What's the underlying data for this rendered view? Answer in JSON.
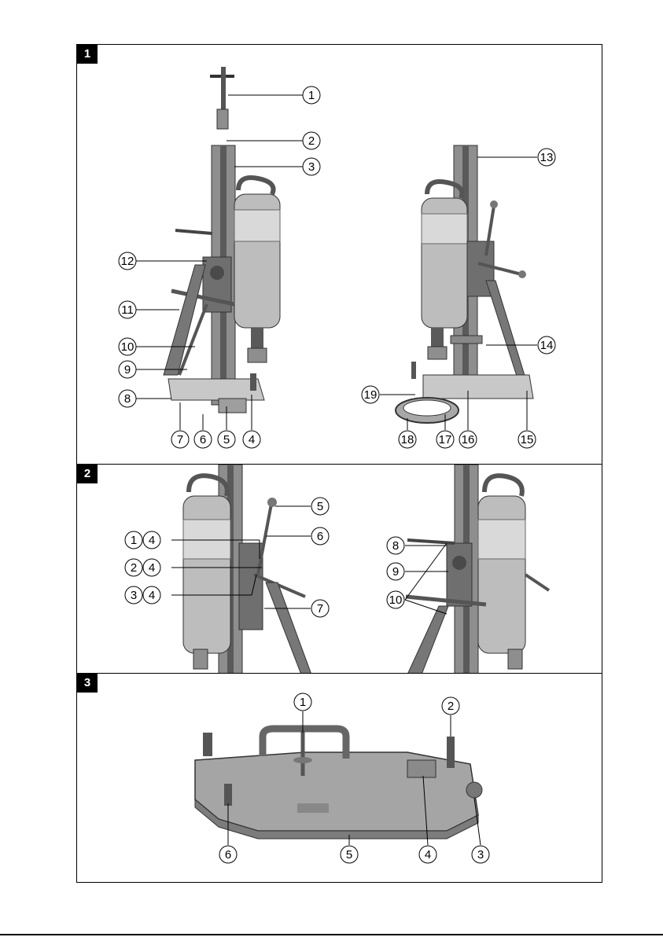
{
  "figures": [
    {
      "tag": "1",
      "callouts": [
        "1",
        "2",
        "3",
        "13",
        "12",
        "11",
        "10",
        "9",
        "8",
        "14",
        "19",
        "7",
        "6",
        "5",
        "4",
        "18",
        "17",
        "16",
        "15"
      ]
    },
    {
      "tag": "2",
      "callouts": [
        "5",
        "1",
        "4",
        "6",
        "2",
        "4",
        "3",
        "4",
        "7",
        "8",
        "9",
        "10"
      ]
    },
    {
      "tag": "3",
      "callouts": [
        "1",
        "2",
        "6",
        "5",
        "4",
        "3"
      ]
    }
  ],
  "colors": {
    "frame": "#000000",
    "metal_dark": "#5a5a5a",
    "metal_mid": "#8e8e8e",
    "metal_light": "#c8c8c8",
    "housing": "#bdbdbd"
  }
}
